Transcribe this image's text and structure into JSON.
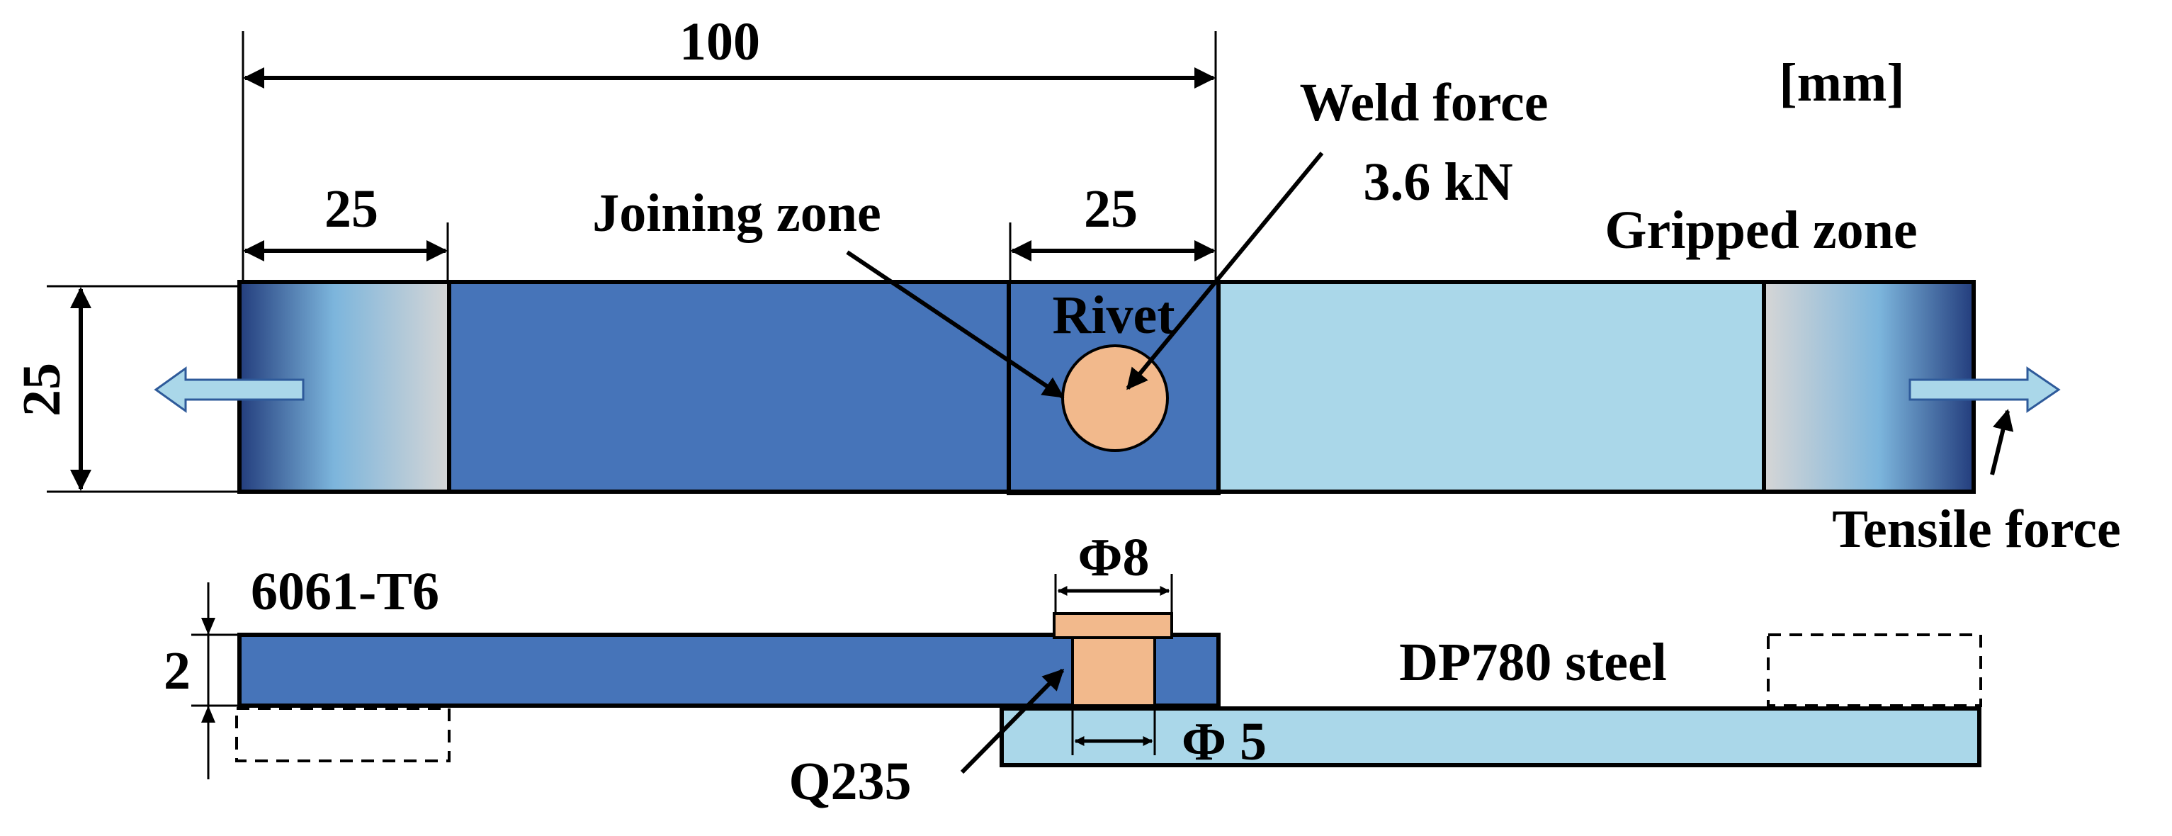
{
  "units": "[mm]",
  "dimensions": {
    "overall_length": "100",
    "grip_length": "25",
    "overlap_length": "25",
    "width": "25",
    "thickness": "2",
    "rivet_head_diameter": "Φ8",
    "rivet_shank_diameter": "Φ 5"
  },
  "labels": {
    "joining_zone": "Joining zone",
    "weld_force_title": "Weld force",
    "weld_force_value": "3.6 kN",
    "gripped_zone": "Gripped zone",
    "rivet": "Rivet",
    "tensile_force": "Tensile force",
    "aluminum": "6061-T6",
    "steel": "DP780 steel",
    "rivet_material": "Q235"
  },
  "colors": {
    "aluminum_sheet": "#4674b9",
    "steel_sheet": "#aad7e9",
    "rivet": "#f2b98c",
    "grip_dark": "#233d7d",
    "grip_light": "#d6d6d6",
    "arrow_fill": "#aad7e9",
    "arrow_stroke": "#2e5a9a"
  }
}
